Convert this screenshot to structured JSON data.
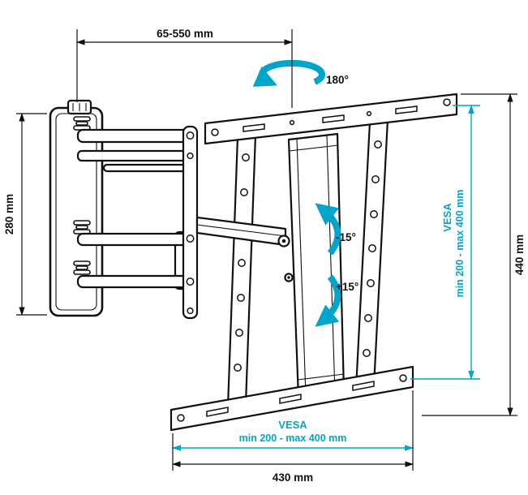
{
  "diagram": {
    "name": "Articulating TV wall mount - dimensional drawing",
    "colors": {
      "line": "#111111",
      "accent": "#00a6ca",
      "background": "#ffffff"
    },
    "dimensions": {
      "extension_range": "65-550 mm",
      "swivel_angle": "180°",
      "wall_plate_height": "280 mm",
      "bracket_height": "440 mm",
      "bracket_width": "430 mm",
      "tilt_up": "-15°",
      "tilt_down": "+15°"
    },
    "vesa": {
      "title": "VESA",
      "range": "min 200 - max 400 mm"
    }
  }
}
